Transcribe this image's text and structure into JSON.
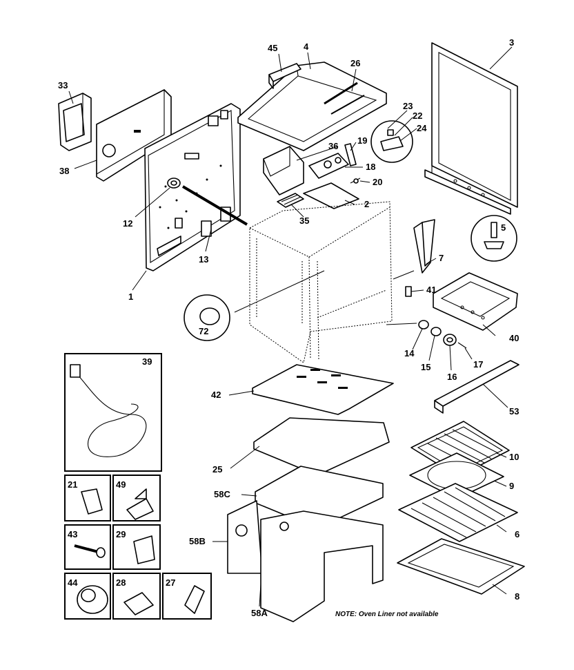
{
  "parts": {
    "p1": "1",
    "p2": "2",
    "p3": "3",
    "p4": "4",
    "p5": "5",
    "p6": "6",
    "p7": "7",
    "p8": "8",
    "p9": "9",
    "p10": "10",
    "p12": "12",
    "p13": "13",
    "p14": "14",
    "p15": "15",
    "p16": "16",
    "p17": "17",
    "p18": "18",
    "p19": "19",
    "p20": "20",
    "p21": "21",
    "p22": "22",
    "p23": "23",
    "p24": "24",
    "p25": "25",
    "p26": "26",
    "p27": "27",
    "p28": "28",
    "p29": "29",
    "p33": "33",
    "p35": "35",
    "p36": "36",
    "p38": "38",
    "p39": "39",
    "p40": "40",
    "p41": "41",
    "p42": "42",
    "p43": "43",
    "p44": "44",
    "p45": "45",
    "p49": "49",
    "p53": "53",
    "p58A": "58A",
    "p58B": "58B",
    "p58C": "58C",
    "p72": "72"
  },
  "note": "NOTE: Oven Liner not available"
}
